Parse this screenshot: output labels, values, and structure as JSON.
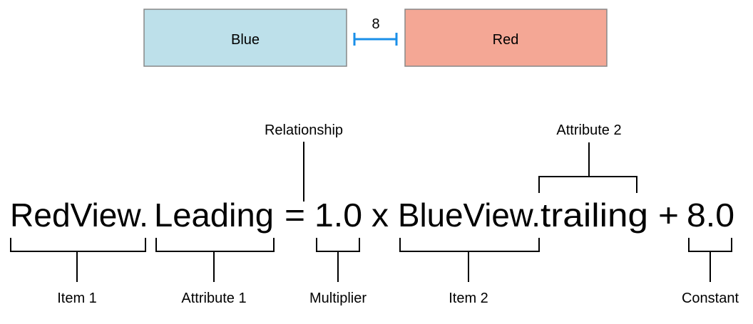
{
  "views": {
    "blue": {
      "label": "Blue",
      "color": "#bde0ea"
    },
    "red": {
      "label": "Red",
      "color": "#f4a795"
    },
    "spacing": {
      "label": "8",
      "color": "#1a8fe8"
    }
  },
  "equation": {
    "item1": "RedView.",
    "attribute1": "Leading",
    "relation": "=",
    "multiplier": "1.0",
    "times": "x",
    "item2": "BlueView.",
    "attribute2": "trailing",
    "plus": "+",
    "constant": "8.0"
  },
  "labels": {
    "relationship": "Relationship",
    "attribute2": "Attribute 2",
    "item1": "Item 1",
    "attribute1": "Attribute 1",
    "multiplier": "Multiplier",
    "item2": "Item 2",
    "constant": "Constant"
  }
}
